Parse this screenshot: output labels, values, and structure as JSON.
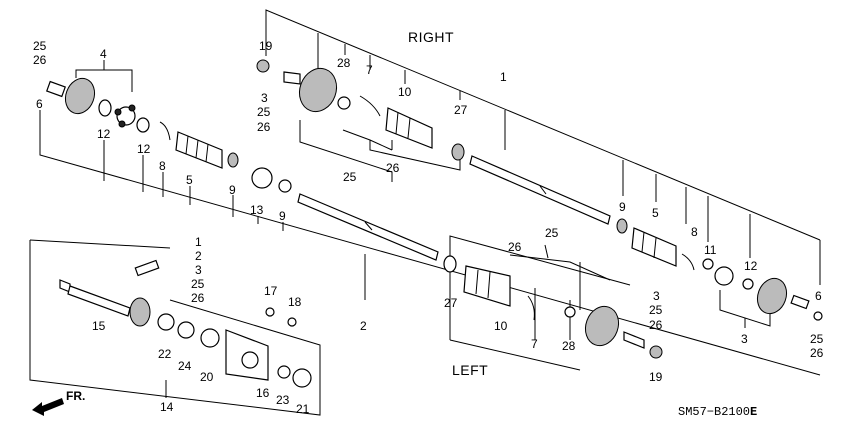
{
  "captions": {
    "right": "RIGHT",
    "left": "LEFT",
    "front": "FR.",
    "diagram_code": "SM57−B2100",
    "diagram_code_suffix": "E"
  },
  "labels": {
    "l25a": "25",
    "l26a": "26",
    "l6a": "6",
    "l4": "4",
    "l12a": "12",
    "l12b": "12",
    "l8a": "8",
    "l5a": "5",
    "l9a": "9",
    "l13": "13",
    "l9b": "9",
    "l19a": "19",
    "l3a": "3",
    "l25b": "25",
    "l26b": "26",
    "l28a": "28",
    "l7a": "7",
    "l10a": "10",
    "l27a": "27",
    "l1a": "1",
    "l25c": "25",
    "l26c": "26",
    "l9c": "9",
    "l5b": "5",
    "l8b": "8",
    "l11": "11",
    "l12c": "12",
    "l6b": "6",
    "l25d": "25",
    "l26d": "26",
    "l3b": "3",
    "l1b": "1",
    "l2a": "2",
    "l3c": "3",
    "l25e": "25",
    "l26e": "26",
    "l17": "17",
    "l18": "18",
    "l15": "15",
    "l22": "22",
    "l24": "24",
    "l20": "20",
    "l16": "16",
    "l23": "23",
    "l21": "21",
    "l14": "14",
    "l2b": "2",
    "l26f": "26",
    "l25f": "25",
    "l27b": "27",
    "l10b": "10",
    "l7b": "7",
    "l28b": "28",
    "l3d": "3",
    "l25g": "25",
    "l26g": "26",
    "l19b": "19"
  }
}
